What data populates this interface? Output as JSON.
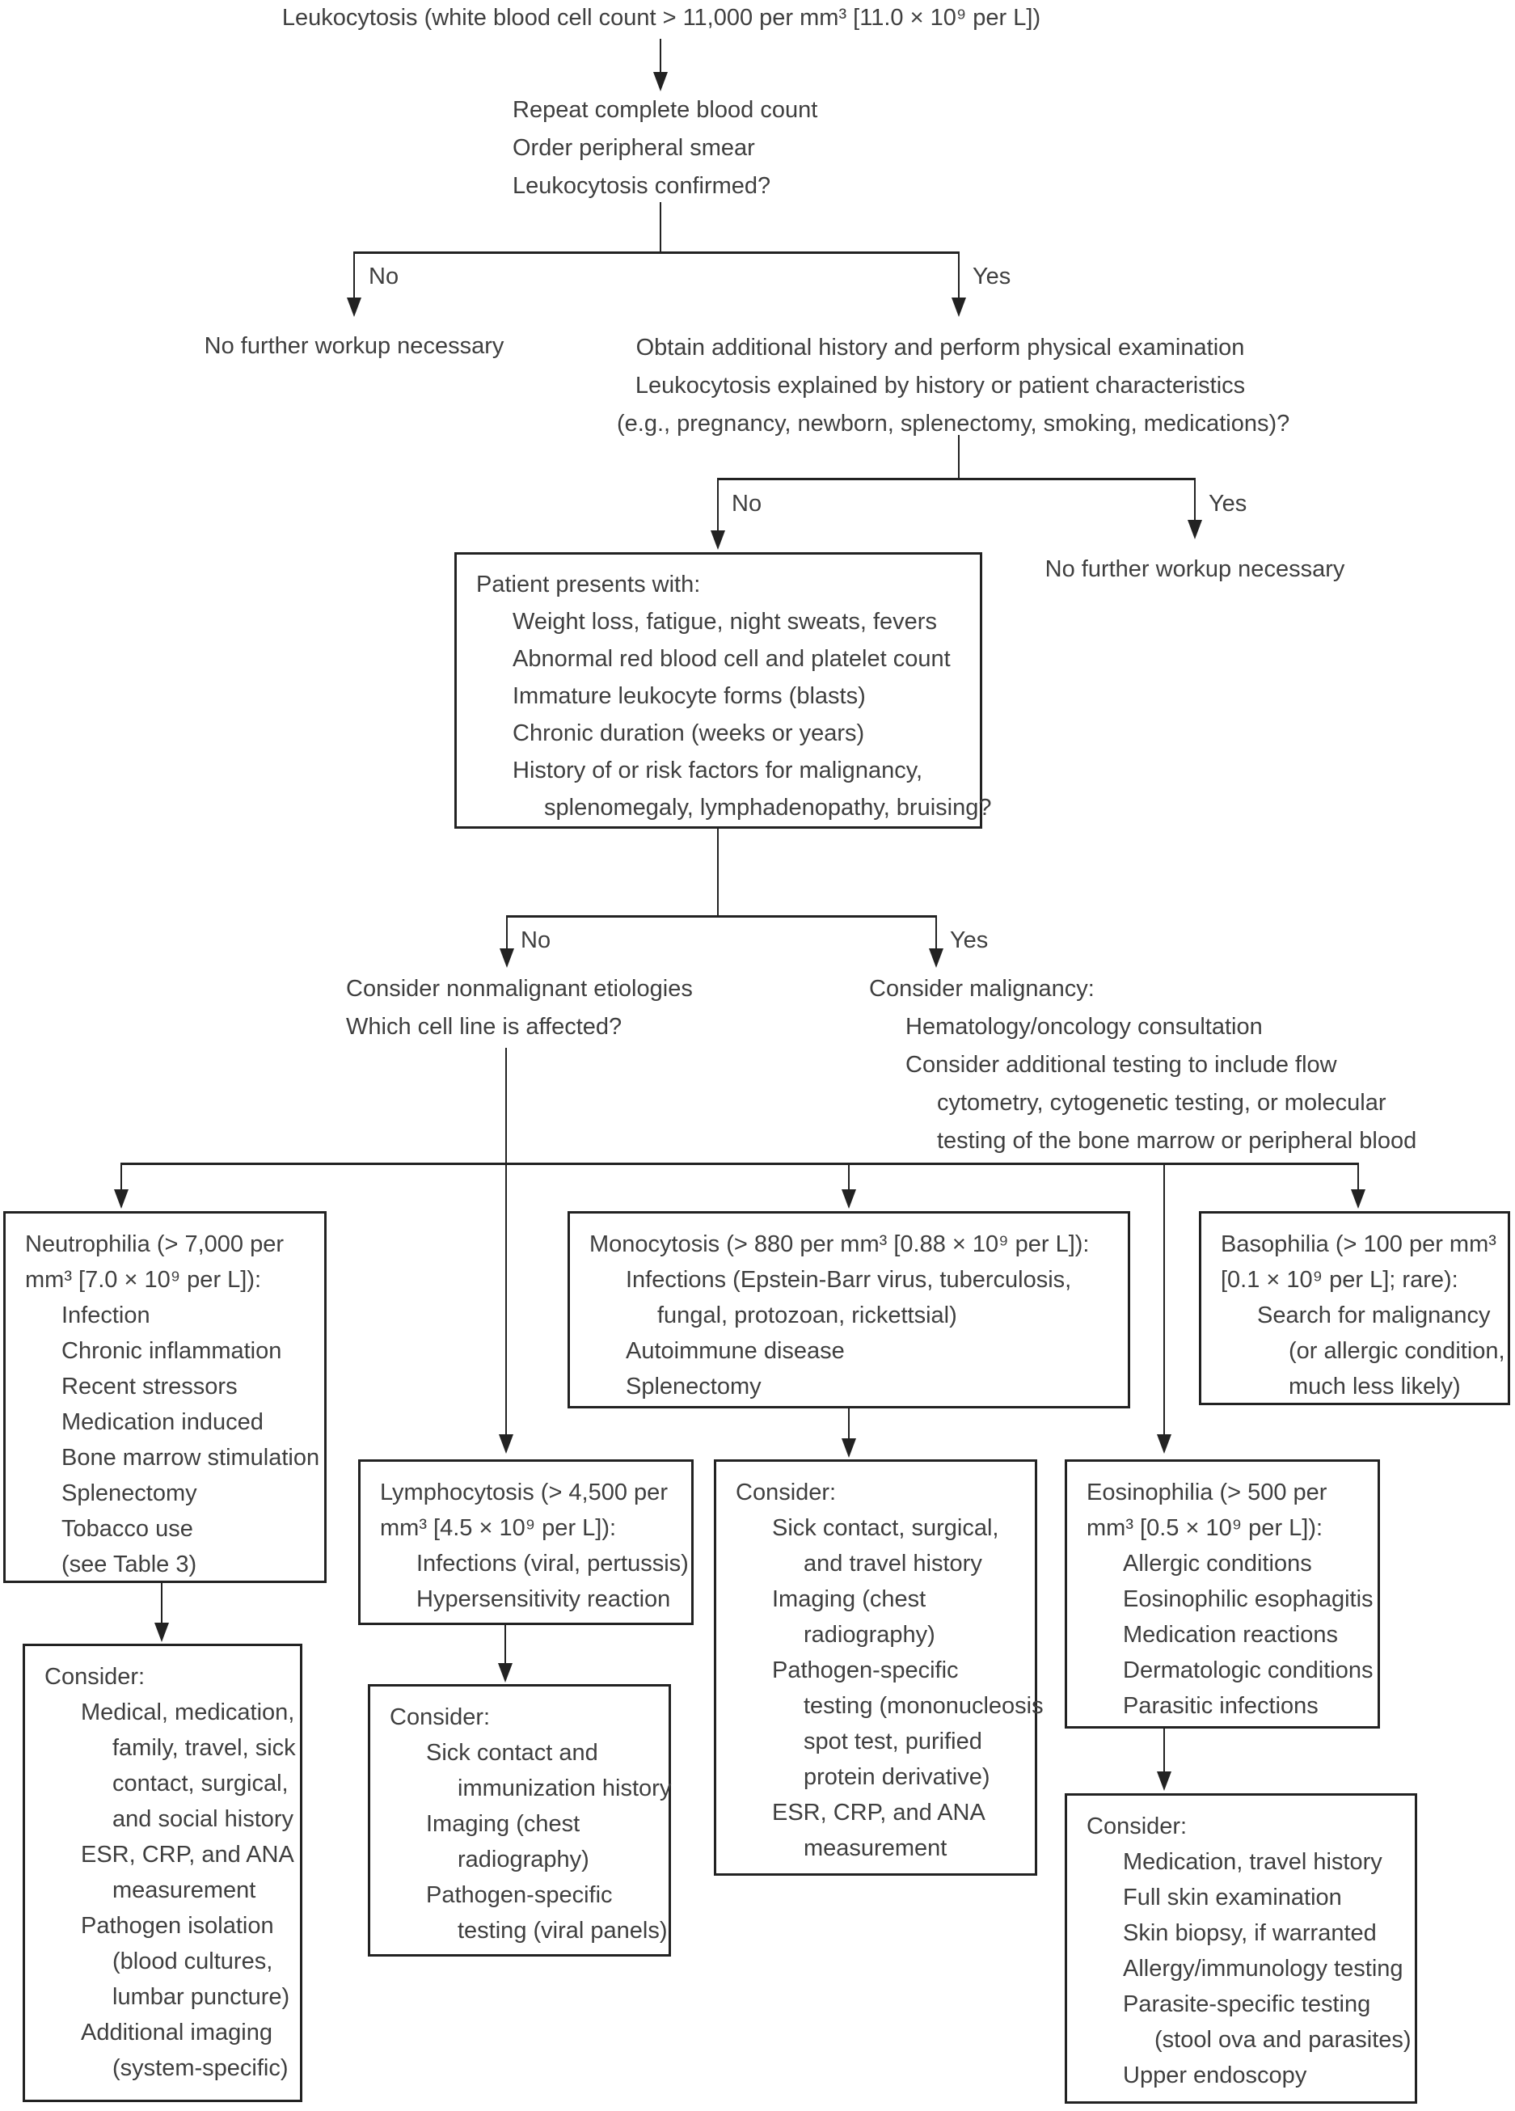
{
  "title": "Leukocytosis (white blood cell count > 11,000 per mm³ [11.0 × 10⁹ per L])",
  "step2": {
    "lines": [
      "Repeat complete blood count",
      "Order peripheral smear",
      "Leukocytosis confirmed?"
    ]
  },
  "branch1": {
    "no_label": "No",
    "yes_label": "Yes",
    "no_result": "No further workup necessary",
    "yes_lines": [
      "Obtain additional history and perform physical examination",
      "Leukocytosis explained by history or patient characteristics",
      "(e.g., pregnancy, newborn, splenectomy, smoking, medications)?"
    ]
  },
  "branch2": {
    "no_label": "No",
    "yes_label": "Yes",
    "yes_result": "No further workup necessary"
  },
  "patient_box": {
    "lines": [
      "Patient presents with:",
      "Weight loss, fatigue, night sweats, fevers",
      "Abnormal red blood cell and platelet count",
      "Immature leukocyte forms (blasts)",
      "Chronic duration (weeks or years)",
      "History of or risk factors for malignancy,",
      "splenomegaly, lymphadenopathy, bruising?"
    ]
  },
  "branch3": {
    "no_label": "No",
    "yes_label": "Yes",
    "no_lines": [
      "Consider nonmalignant etiologies",
      "Which cell line is affected?"
    ],
    "yes_lines": [
      "Consider malignancy:",
      "Hematology/oncology consultation",
      "Consider additional testing to include flow",
      "cytometry, cytogenetic testing, or molecular",
      "testing of the bone marrow or peripheral blood"
    ]
  },
  "cells": {
    "neutrophilia": {
      "lines": [
        "Neutrophilia (> 7,000 per",
        "mm³ [7.0 × 10⁹ per L]):",
        "Infection",
        "Chronic inflammation",
        "Recent stressors",
        "Medication induced",
        "Bone marrow stimulation",
        "Splenectomy",
        "Tobacco use",
        "(see Table 3)"
      ]
    },
    "neutrophilia_consider": {
      "lines": [
        "Consider:",
        "Medical, medication,",
        "family, travel, sick",
        "contact, surgical,",
        "and social history",
        "ESR, CRP, and ANA",
        "measurement",
        "Pathogen isolation",
        "(blood cultures,",
        "lumbar puncture)",
        "Additional imaging",
        "(system-specific)"
      ]
    },
    "lymphocytosis": {
      "lines": [
        "Lymphocytosis (> 4,500 per",
        "mm³ [4.5 × 10⁹ per L]):",
        "Infections (viral, pertussis)",
        "Hypersensitivity reaction"
      ]
    },
    "lymphocytosis_consider": {
      "lines": [
        "Consider:",
        "Sick contact and",
        "immunization history",
        "Imaging (chest",
        "radiography)",
        "Pathogen-specific",
        "testing (viral panels)"
      ]
    },
    "monocytosis": {
      "lines": [
        "Monocytosis (> 880 per mm³ [0.88 × 10⁹ per L]):",
        "Infections (Epstein-Barr virus, tuberculosis,",
        "fungal, protozoan, rickettsial)",
        "Autoimmune disease",
        "Splenectomy"
      ]
    },
    "monocytosis_consider": {
      "lines": [
        "Consider:",
        "Sick contact, surgical,",
        "and travel history",
        "Imaging (chest",
        "radiography)",
        "Pathogen-specific",
        "testing (mononucleosis",
        "spot test, purified",
        "protein derivative)",
        "ESR, CRP, and ANA",
        "measurement"
      ]
    },
    "eosinophilia": {
      "lines": [
        "Eosinophilia (> 500 per",
        "mm³ [0.5 × 10⁹ per L]):",
        "Allergic conditions",
        "Eosinophilic esophagitis",
        "Medication reactions",
        "Dermatologic conditions",
        "Parasitic infections"
      ]
    },
    "eosinophilia_consider": {
      "lines": [
        "Consider:",
        "Medication, travel history",
        "Full skin examination",
        "Skin biopsy, if warranted",
        "Allergy/immunology testing",
        "Parasite-specific testing",
        "(stool ova and parasites)",
        "Upper endoscopy"
      ]
    },
    "basophilia": {
      "lines": [
        "Basophilia (> 100 per mm³",
        "[0.1 × 10⁹ per L]; rare):",
        "Search for malignancy",
        "(or allergic condition,",
        "much less likely)"
      ]
    }
  },
  "colors": {
    "line": "#222222",
    "text": "#3f3f3f",
    "background": "#ffffff"
  }
}
